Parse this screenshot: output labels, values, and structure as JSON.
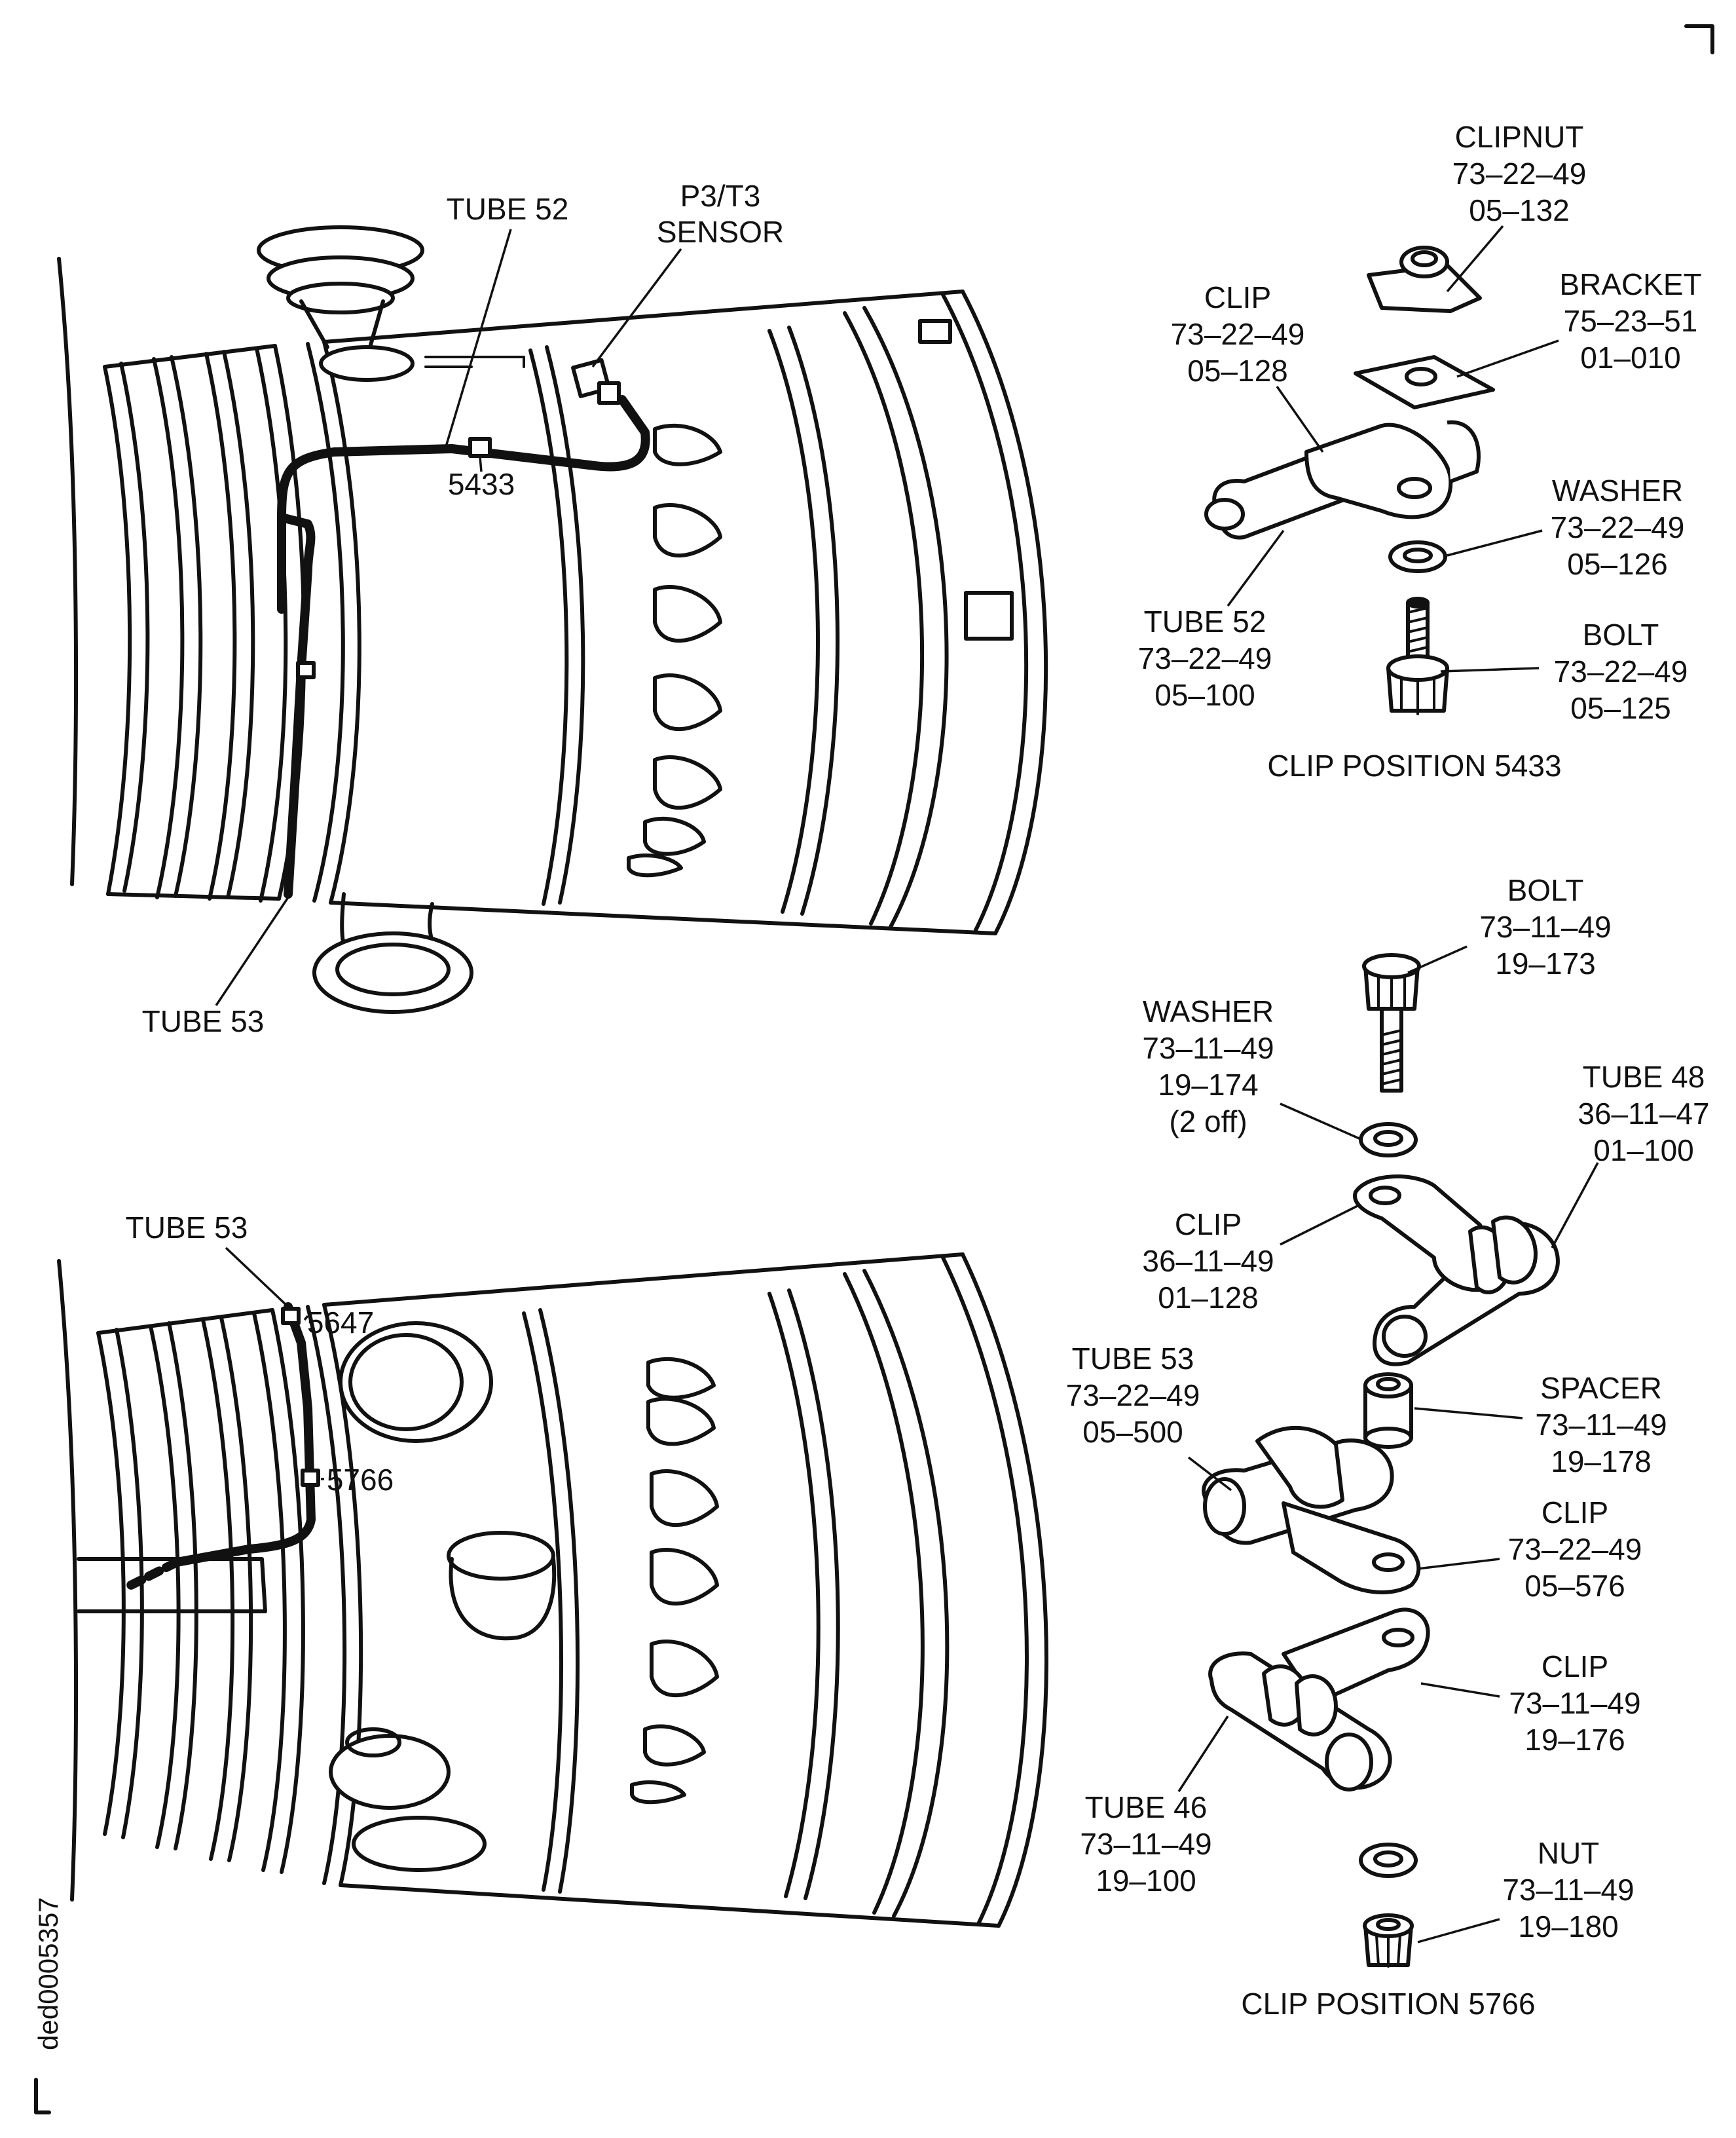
{
  "figure_id": "ded0005357",
  "top_view": {
    "tube_52": "TUBE 52",
    "sensor_line1": "P3/T3",
    "sensor_line2": "SENSOR",
    "clip_5433": "5433",
    "tube_53": "TUBE 53"
  },
  "bottom_view": {
    "tube_53": "TUBE 53",
    "clip_5647": "5647",
    "clip_5766": "5766"
  },
  "clip_position_5433": {
    "title": "CLIP POSITION 5433",
    "clipnut": {
      "name": "CLIPNUT",
      "ref1": "73–22–49",
      "ref2": "05–132"
    },
    "bracket": {
      "name": "BRACKET",
      "ref1": "75–23–51",
      "ref2": "01–010"
    },
    "clip": {
      "name": "CLIP",
      "ref1": "73–22–49",
      "ref2": "05–128"
    },
    "washer": {
      "name": "WASHER",
      "ref1": "73–22–49",
      "ref2": "05–126"
    },
    "tube52": {
      "name": "TUBE 52",
      "ref1": "73–22–49",
      "ref2": "05–100"
    },
    "bolt": {
      "name": "BOLT",
      "ref1": "73–22–49",
      "ref2": "05–125"
    }
  },
  "clip_position_5766": {
    "title": "CLIP POSITION 5766",
    "bolt": {
      "name": "BOLT",
      "ref1": "73–11–49",
      "ref2": "19–173"
    },
    "washer": {
      "name": "WASHER",
      "ref1": "73–11–49",
      "ref2": "19–174",
      "qty": "(2 off)"
    },
    "tube48": {
      "name": "TUBE 48",
      "ref1": "36–11–47",
      "ref2": "01–100"
    },
    "clip_a": {
      "name": "CLIP",
      "ref1": "36–11–49",
      "ref2": "01–128"
    },
    "tube53": {
      "name": "TUBE 53",
      "ref1": "73–22–49",
      "ref2": "05–500"
    },
    "spacer": {
      "name": "SPACER",
      "ref1": "73–11–49",
      "ref2": "19–178"
    },
    "clip_b": {
      "name": "CLIP",
      "ref1": "73–22–49",
      "ref2": "05–576"
    },
    "clip_c": {
      "name": "CLIP",
      "ref1": "73–11–49",
      "ref2": "19–176"
    },
    "tube46": {
      "name": "TUBE 46",
      "ref1": "73–11–49",
      "ref2": "19–100"
    },
    "nut": {
      "name": "NUT",
      "ref1": "73–11–49",
      "ref2": "19–180"
    }
  }
}
